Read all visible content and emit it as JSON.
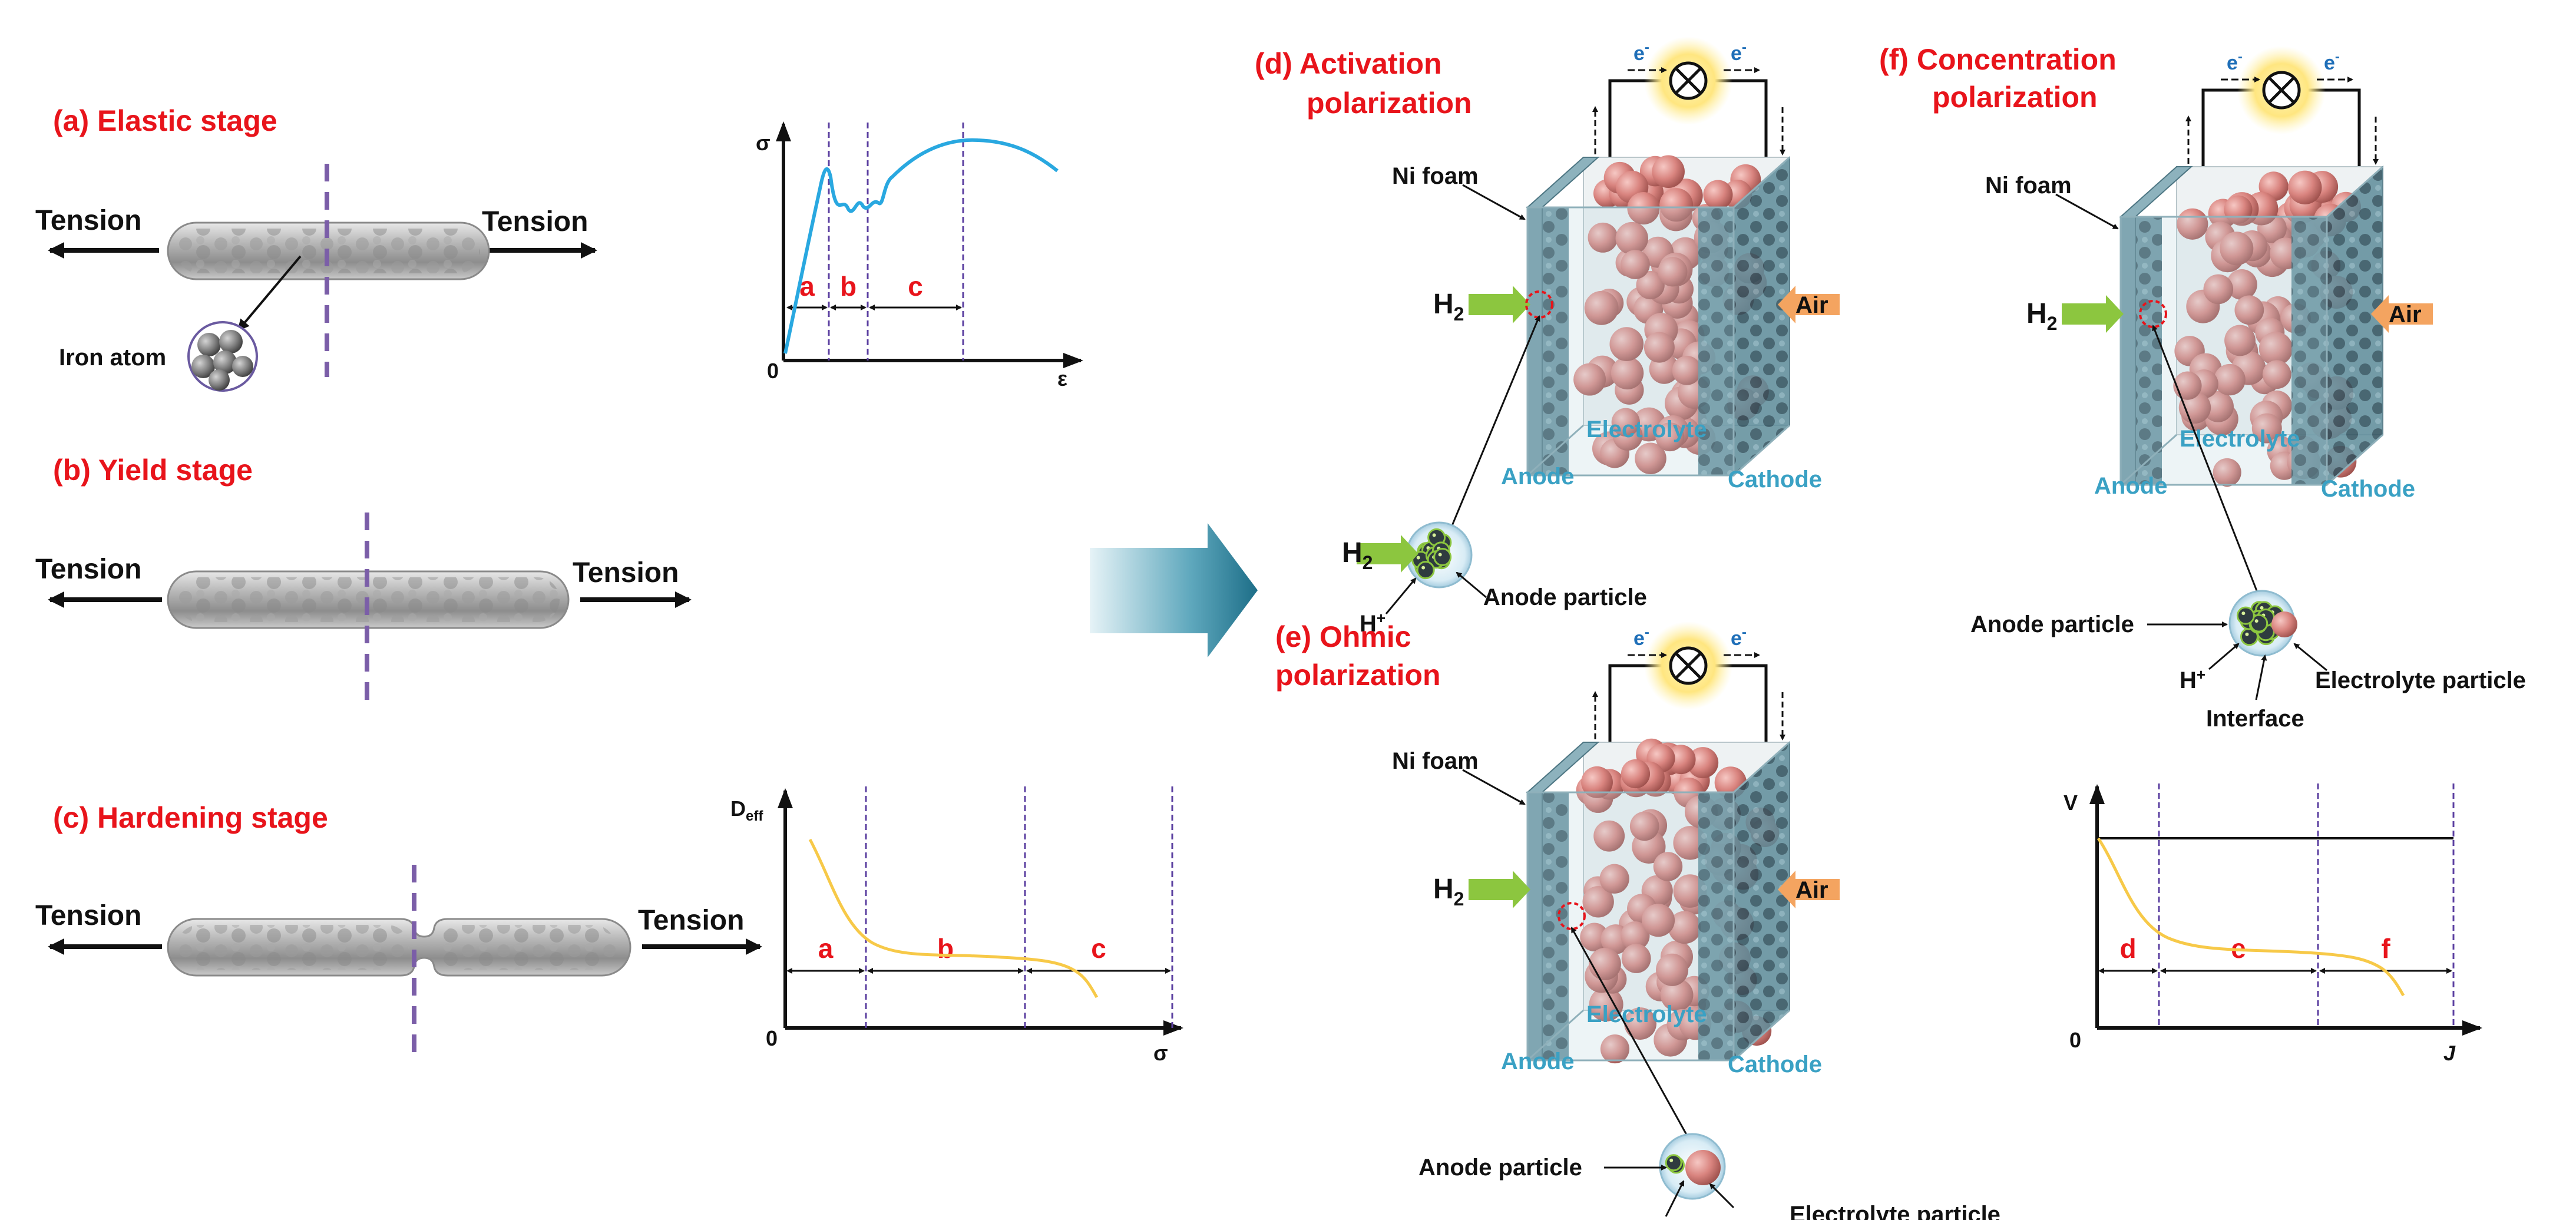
{
  "panels": {
    "a": {
      "title": "(a) Elastic stage",
      "left": "Tension",
      "right": "Tension",
      "atom": "Iron atom"
    },
    "b": {
      "title": "(b) Yield stage",
      "left": "Tension",
      "right": "Tension"
    },
    "c": {
      "title": "(c) Hardening stage",
      "left": "Tension",
      "right": "Tension"
    },
    "d": {
      "title_line1": "(d)  Activation",
      "title_line2": "polarization"
    },
    "e": {
      "title_line1": "(e)  Ohmic",
      "title_line2": "polarization"
    },
    "f": {
      "title_line1": "(f)  Concentration",
      "title_line2": "polarization"
    }
  },
  "cell": {
    "ni_foam": "Ni foam",
    "h2": "H",
    "h2_sub": "2",
    "air": "Air",
    "electrolyte": "Electrolyte",
    "anode": "Anode",
    "cathode": "Cathode",
    "electron": "e",
    "electron_sup": "-",
    "anode_particle": "Anode particle",
    "electrolyte_particle": "Electrolyte particle",
    "interface": "Interface",
    "hplus": "H",
    "hplus_sup": "+"
  },
  "colors": {
    "title_red": "#e8141b",
    "blue_label": "#3aa1c4",
    "h2_arrow": "#8cc63f",
    "air_arrow": "#f4a460",
    "stress_curve": "#29a8e0",
    "deff_curve": "#f7c948",
    "divider": "#5b3fa0"
  },
  "chart_data": [
    {
      "type": "line",
      "xlabel": "ε",
      "ylabel": "σ",
      "origin": "0",
      "segments": [
        "a",
        "b",
        "c"
      ]
    },
    {
      "type": "line",
      "xlabel": "σ",
      "ylabel": "D",
      "ylabel_sub": "eff",
      "origin": "0",
      "segments": [
        "a",
        "b",
        "c"
      ]
    },
    {
      "type": "line",
      "xlabel": "J",
      "ylabel": "V",
      "origin": "0",
      "segments": [
        "d",
        "e",
        "f"
      ]
    }
  ]
}
